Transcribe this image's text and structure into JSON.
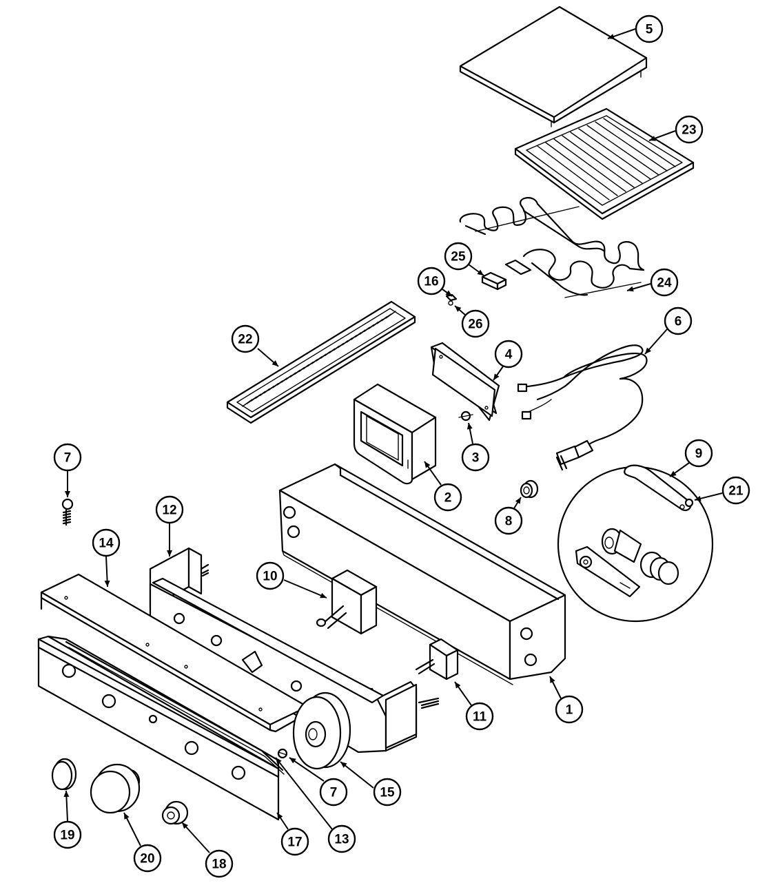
{
  "diagram": {
    "callouts": [
      {
        "id": "c5",
        "label": "5"
      },
      {
        "id": "c23",
        "label": "23"
      },
      {
        "id": "c24",
        "label": "24"
      },
      {
        "id": "c25",
        "label": "25"
      },
      {
        "id": "c16",
        "label": "16"
      },
      {
        "id": "c26",
        "label": "26"
      },
      {
        "id": "c22",
        "label": "22"
      },
      {
        "id": "c6",
        "label": "6"
      },
      {
        "id": "c4",
        "label": "4"
      },
      {
        "id": "c3",
        "label": "3"
      },
      {
        "id": "c2",
        "label": "2"
      },
      {
        "id": "c7a",
        "label": "7"
      },
      {
        "id": "c9",
        "label": "9"
      },
      {
        "id": "c21",
        "label": "21"
      },
      {
        "id": "c8",
        "label": "8"
      },
      {
        "id": "c12",
        "label": "12"
      },
      {
        "id": "c14",
        "label": "14"
      },
      {
        "id": "c10",
        "label": "10"
      },
      {
        "id": "c11",
        "label": "11"
      },
      {
        "id": "c1",
        "label": "1"
      },
      {
        "id": "c7b",
        "label": "7"
      },
      {
        "id": "c15",
        "label": "15"
      },
      {
        "id": "c19",
        "label": "19"
      },
      {
        "id": "c20",
        "label": "20"
      },
      {
        "id": "c18",
        "label": "18"
      },
      {
        "id": "c17",
        "label": "17"
      },
      {
        "id": "c13",
        "label": "13"
      }
    ]
  }
}
